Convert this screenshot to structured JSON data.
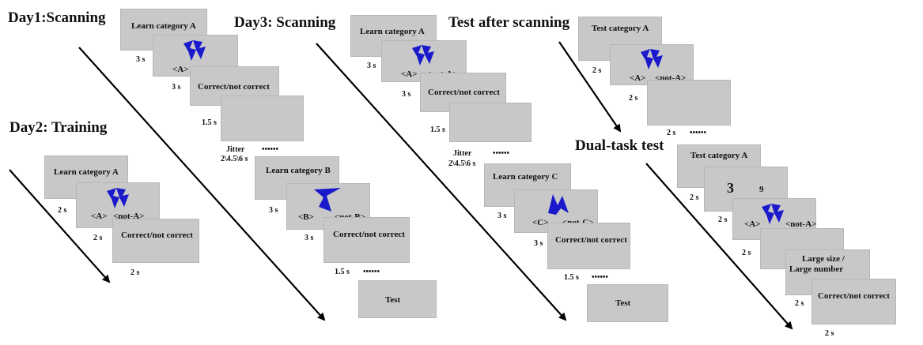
{
  "colors": {
    "screen": "#c8c8c8",
    "stimulus": "#1a1acc",
    "arrow": "#000000"
  },
  "titles": {
    "day1": "Day1:Scanning",
    "day2": "Day2: Training",
    "day3": "Day3: Scanning",
    "test_after": "Test after scanning",
    "dual": "Dual-task test"
  },
  "screens": {
    "learn_a": "Learn category A",
    "learn_b": "Learn category B",
    "learn_c": "Learn category C",
    "test_a": "Test category A",
    "feedback": "Correct/not correct",
    "test": "Test",
    "choice_a_left": "<A>",
    "choice_a_right": "<not-A>",
    "choice_b_left": "<B>",
    "choice_b_right": "<not-B>",
    "choice_c_left": "<C>",
    "choice_c_right": "<not-C>",
    "dual_digit_big": "3",
    "dual_digit_small": "9",
    "dual_question_line1": "Large size  /",
    "dual_question_line2": "Large number"
  },
  "durations": {
    "s3": "3 s",
    "s2": "2 s",
    "s1_5": "1.5 s",
    "jitter_line1": "Jitter",
    "jitter_line2": "2\\4.5\\6 s",
    "ellipsis": "••••••"
  }
}
